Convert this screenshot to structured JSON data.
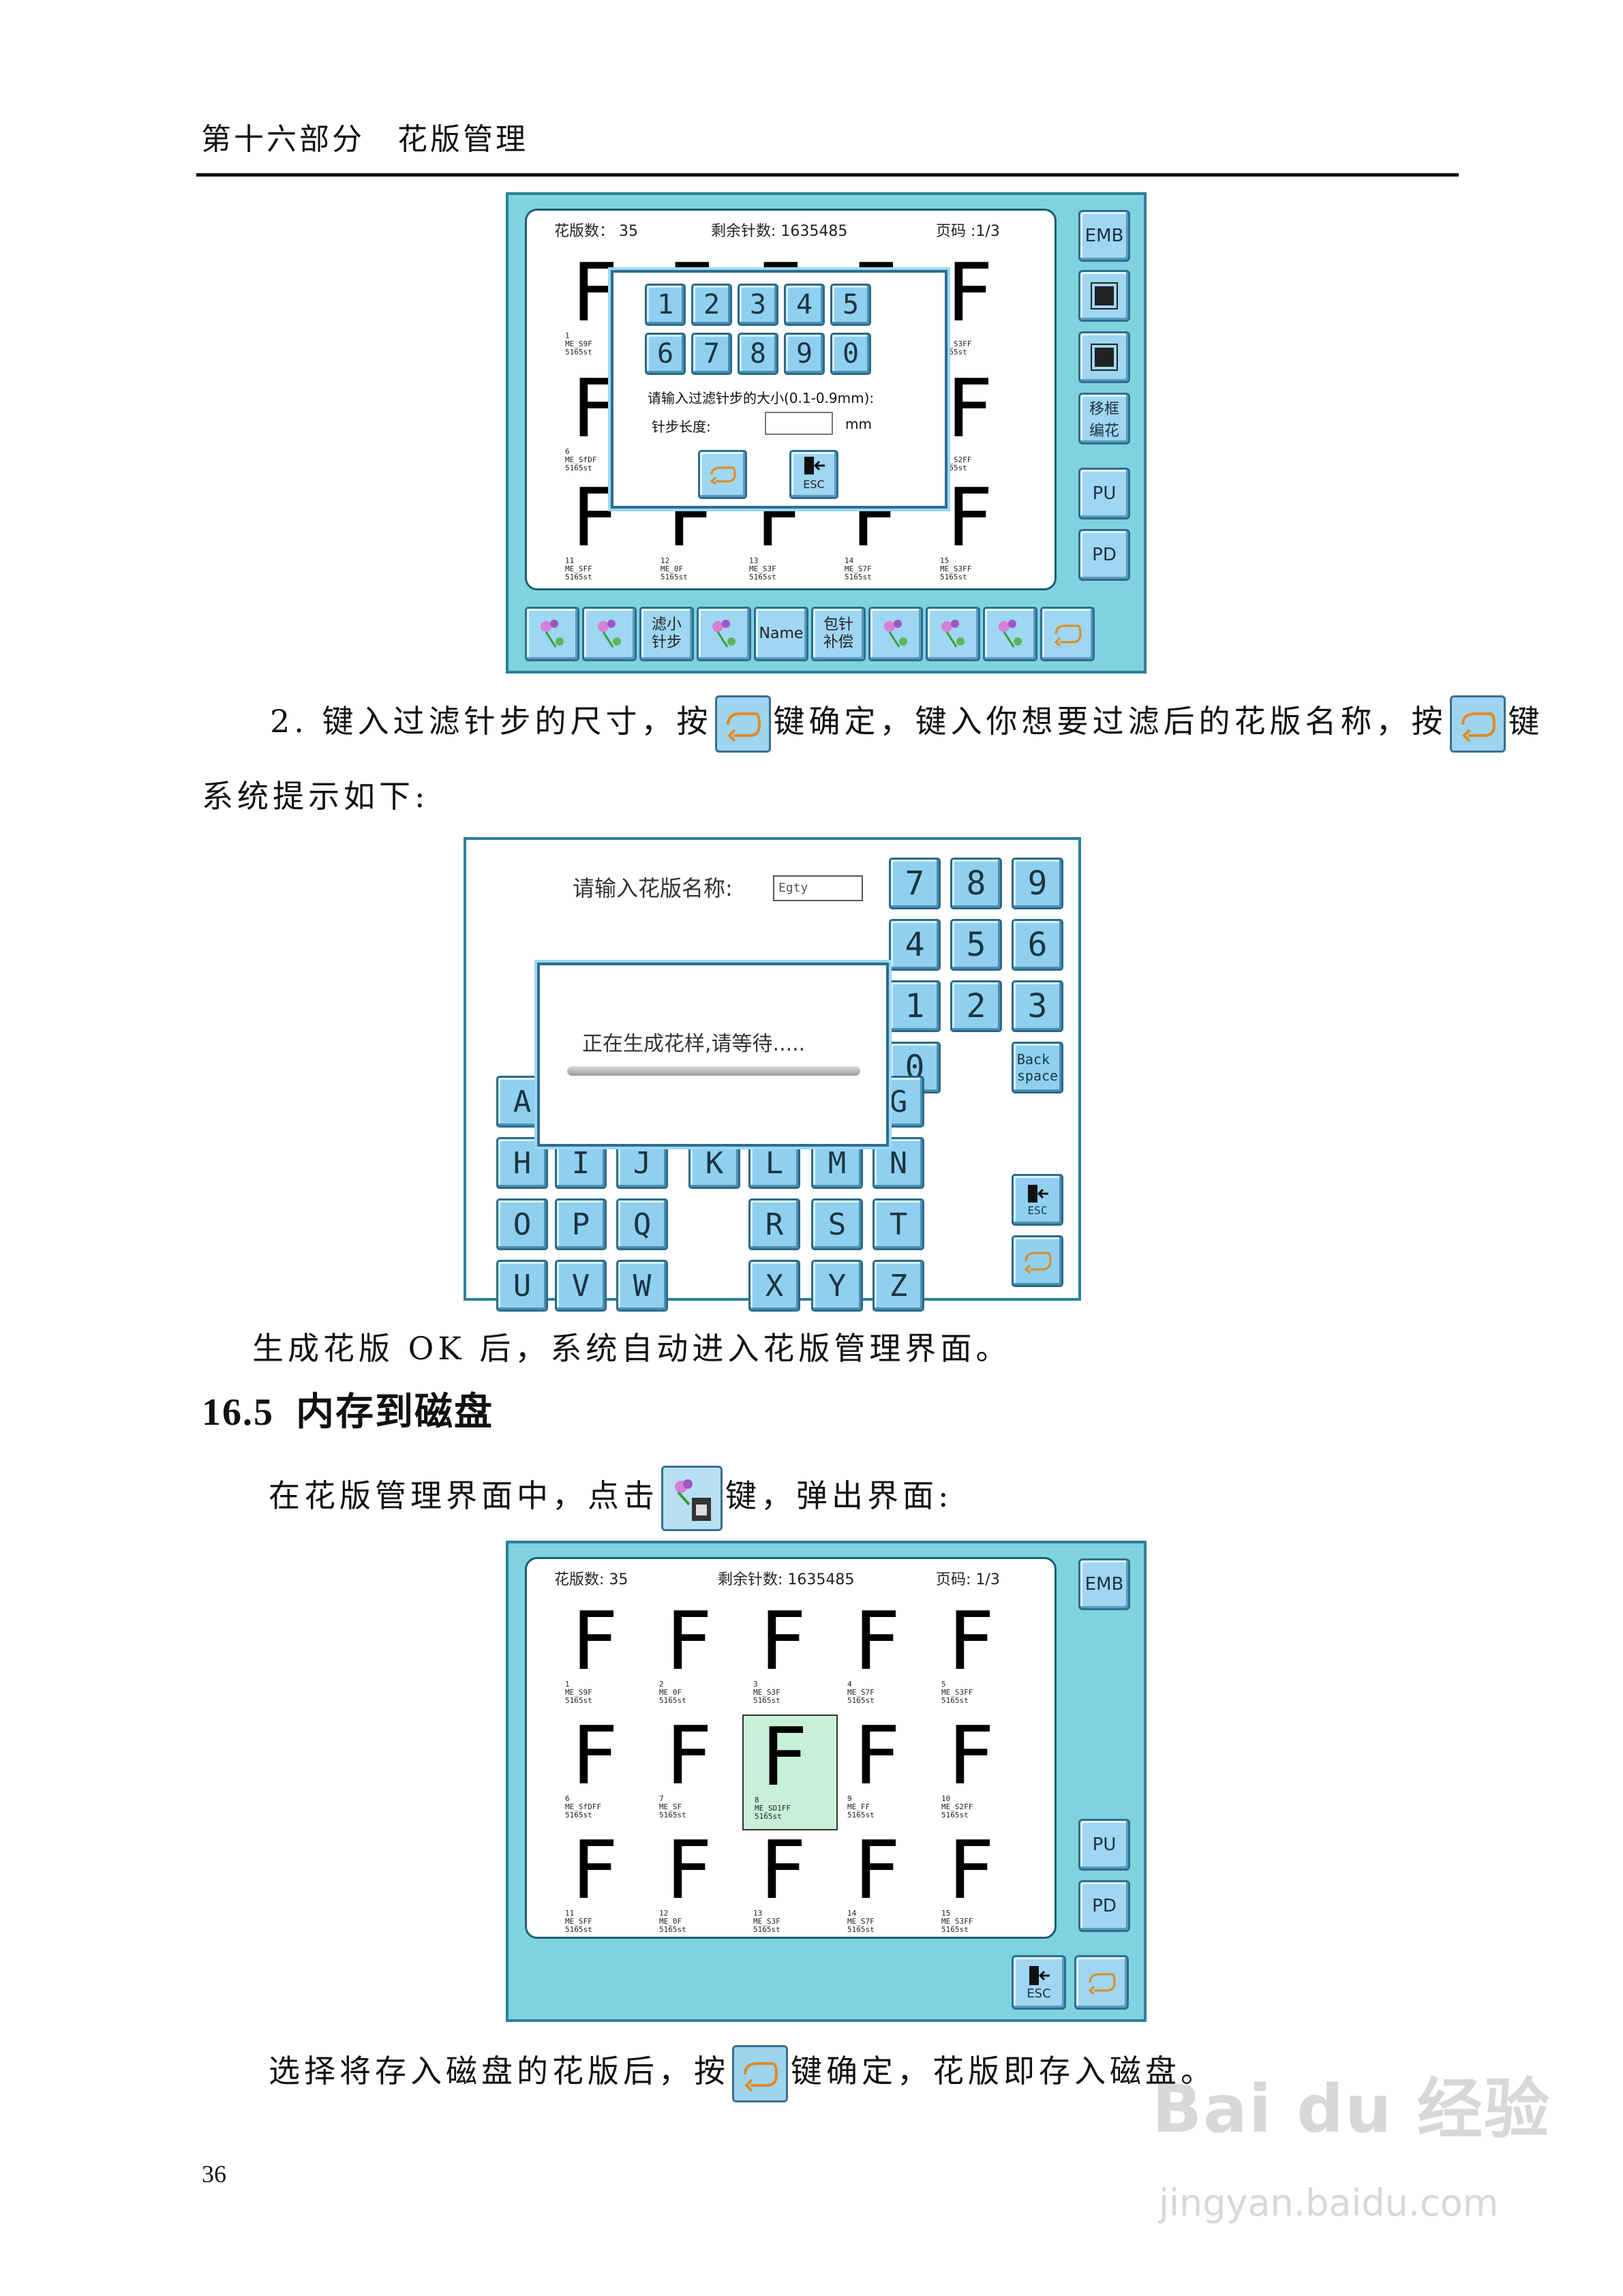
{
  "header": {
    "title": "第十六部分　花版管理"
  },
  "screen1": {
    "count_label": "花版数：",
    "count_value": "35",
    "remaining_label": "剩余针数:",
    "remaining_value": "1635485",
    "page_label": "页码 :1/3",
    "tiles": [
      {
        "id": "1",
        "caption": "1\nME_S9F\n5165st"
      },
      {
        "id": "2",
        "caption": ""
      },
      {
        "id": "3",
        "caption": ""
      },
      {
        "id": "4",
        "caption": ""
      },
      {
        "id": "5",
        "caption": "5\nME_S3FF\n5165st"
      },
      {
        "id": "6",
        "caption": "6\nME_SfDF\n5165st"
      },
      {
        "id": "10",
        "caption": "10\nME_S2FF\n5165st"
      },
      {
        "id": "11",
        "caption": "11\nME_SFF\n5165st"
      },
      {
        "id": "12",
        "caption": "12\nME_0F\n5165st"
      },
      {
        "id": "13",
        "caption": "13\nME_S3F\n5165st"
      },
      {
        "id": "14",
        "caption": "14\nME_S7F\n5165st"
      },
      {
        "id": "15",
        "caption": "15\nME_S3FF\n5165st"
      }
    ],
    "dialog": {
      "digits": [
        "1",
        "2",
        "3",
        "4",
        "5",
        "6",
        "7",
        "8",
        "9",
        "0"
      ],
      "prompt": "请输入过滤针步的大小(0.1-0.9mm):",
      "field_label": "针步长度:",
      "unit": "mm",
      "esc": "ESC"
    },
    "side_buttons": [
      "EMB",
      "",
      "",
      "移框\n编花",
      "PU",
      "PD"
    ],
    "toolbar": [
      "",
      "",
      "滤小\n针步",
      "",
      "Name",
      "包针\n补偿",
      "",
      "",
      "",
      ""
    ]
  },
  "para2": {
    "p1": "2. 键入过滤针步的尺寸，按",
    "p2": "键确定，键入你想要过滤后的花版名称，按",
    "p3": "键",
    "line2": "系统提示如下:"
  },
  "screen2": {
    "name_label": "请输入花版名称:",
    "name_value": "Egty",
    "numpad": [
      "7",
      "8",
      "9",
      "4",
      "5",
      "6",
      "1",
      "2",
      "3",
      "0"
    ],
    "backspace": "Back\nspace",
    "letters_row1": [
      "A",
      "",
      "",
      "",
      "",
      "",
      "G"
    ],
    "letters_row2": [
      "H",
      "I",
      "J",
      "K",
      "L",
      "M",
      "N"
    ],
    "letters_row3": [
      "O",
      "P",
      "Q",
      "",
      "R",
      "S",
      "T"
    ],
    "letters_row4": [
      "U",
      "V",
      "W",
      "",
      "X",
      "Y",
      "Z"
    ],
    "popup": "正在生成花样,请等待.....",
    "esc": "ESC"
  },
  "para3": "生成花版 OK 后，系统自动进入花版管理界面。",
  "section": {
    "number": "16.5",
    "title": "内存到磁盘"
  },
  "para4": {
    "p1": "在花版管理界面中，点击",
    "p2": "键，弹出界面:"
  },
  "screen3": {
    "count_label": "花版数:",
    "count_value": "35",
    "remaining_label": "剩余针数:",
    "remaining_value": "1635485",
    "page_label": "页码: 1/3",
    "tiles": [
      {
        "caption": "1\nME_S9F\n5165st"
      },
      {
        "caption": "2\nME_0F\n5165st"
      },
      {
        "caption": "3\nME_S3F\n5165st"
      },
      {
        "caption": "4\nME_S7F\n5165st"
      },
      {
        "caption": "5\nME_S3FF\n5165st"
      },
      {
        "caption": "6\nME_SfDFF\n5165st"
      },
      {
        "caption": "7\nME_SF\n5165st"
      },
      {
        "caption": "8\nME_SD1FF\n5165st"
      },
      {
        "caption": "9\nME_FF\n5165st"
      },
      {
        "caption": "10\nME_S2FF\n5165st"
      },
      {
        "caption": "11\nME_SFF\n5165st"
      },
      {
        "caption": "12\nME_0F\n5165st"
      },
      {
        "caption": "13\nME_S3F\n5165st"
      },
      {
        "caption": "14\nME_S7F\n5165st"
      },
      {
        "caption": "15\nME_S3FF\n5165st"
      }
    ],
    "side_buttons": [
      "EMB",
      "PU",
      "PD"
    ],
    "esc": "ESC"
  },
  "para5": {
    "p1": "选择将存入磁盘的花版后，按",
    "p2": "键确定，花版即存入磁盘。"
  },
  "page_number": "36",
  "watermark": {
    "logo": "Bai du 经验",
    "url": "jingyan.baidu.com"
  }
}
